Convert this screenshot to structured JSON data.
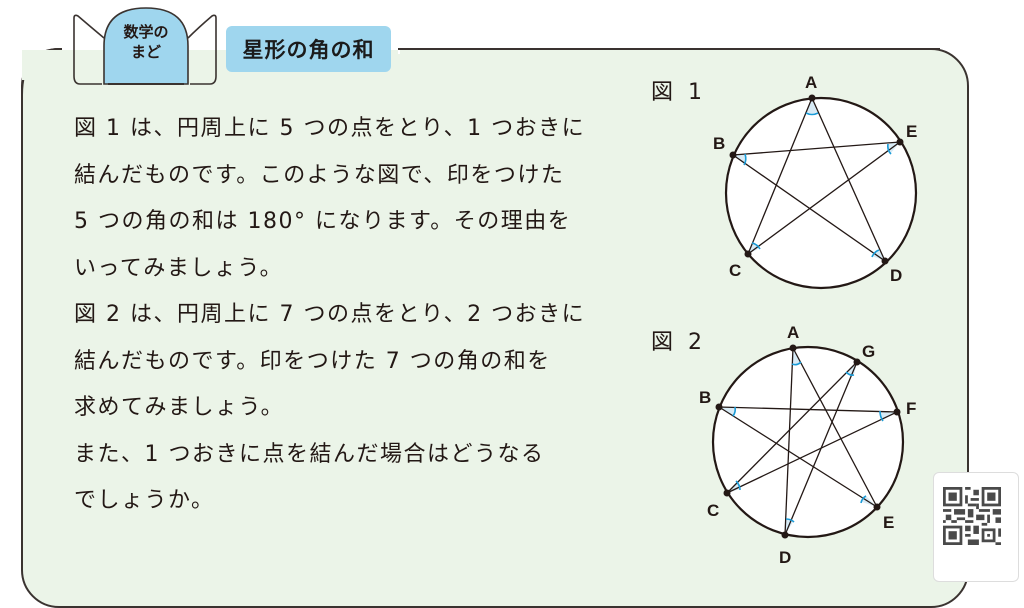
{
  "header": {
    "corner_badge": [
      "数学の",
      "まど"
    ],
    "title": "星形の角の和"
  },
  "body": {
    "paragraphs": [
      "図 1 は、円周上に 5 つの点をとり、1 つおきに",
      "結んだものです。このような図で、印をつけた",
      "5 つの角の和は 180° になります。その理由を",
      "いってみましょう。",
      "図 2 は、円周上に 7 つの点をとり、2 つおきに",
      "結んだものです。印をつけた 7 つの角の和を",
      "求めてみましょう。",
      "また、1 つおきに点を結んだ場合はどうなる",
      "でしょうか。"
    ]
  },
  "figures": {
    "fig1": {
      "label": "図 1",
      "points": [
        "A",
        "B",
        "C",
        "D",
        "E"
      ]
    },
    "fig2": {
      "label": "図 2",
      "points": [
        "A",
        "B",
        "C",
        "D",
        "E",
        "F",
        "G"
      ]
    }
  },
  "colors": {
    "panel_bg": "#ebf4e8",
    "badge_blue": "#9fd6ee",
    "angle_arc": "#1a9bd7",
    "angle_fill": "#d8ebf6",
    "line": "#231815"
  },
  "qr": {
    "icon": "qr-code-icon"
  }
}
